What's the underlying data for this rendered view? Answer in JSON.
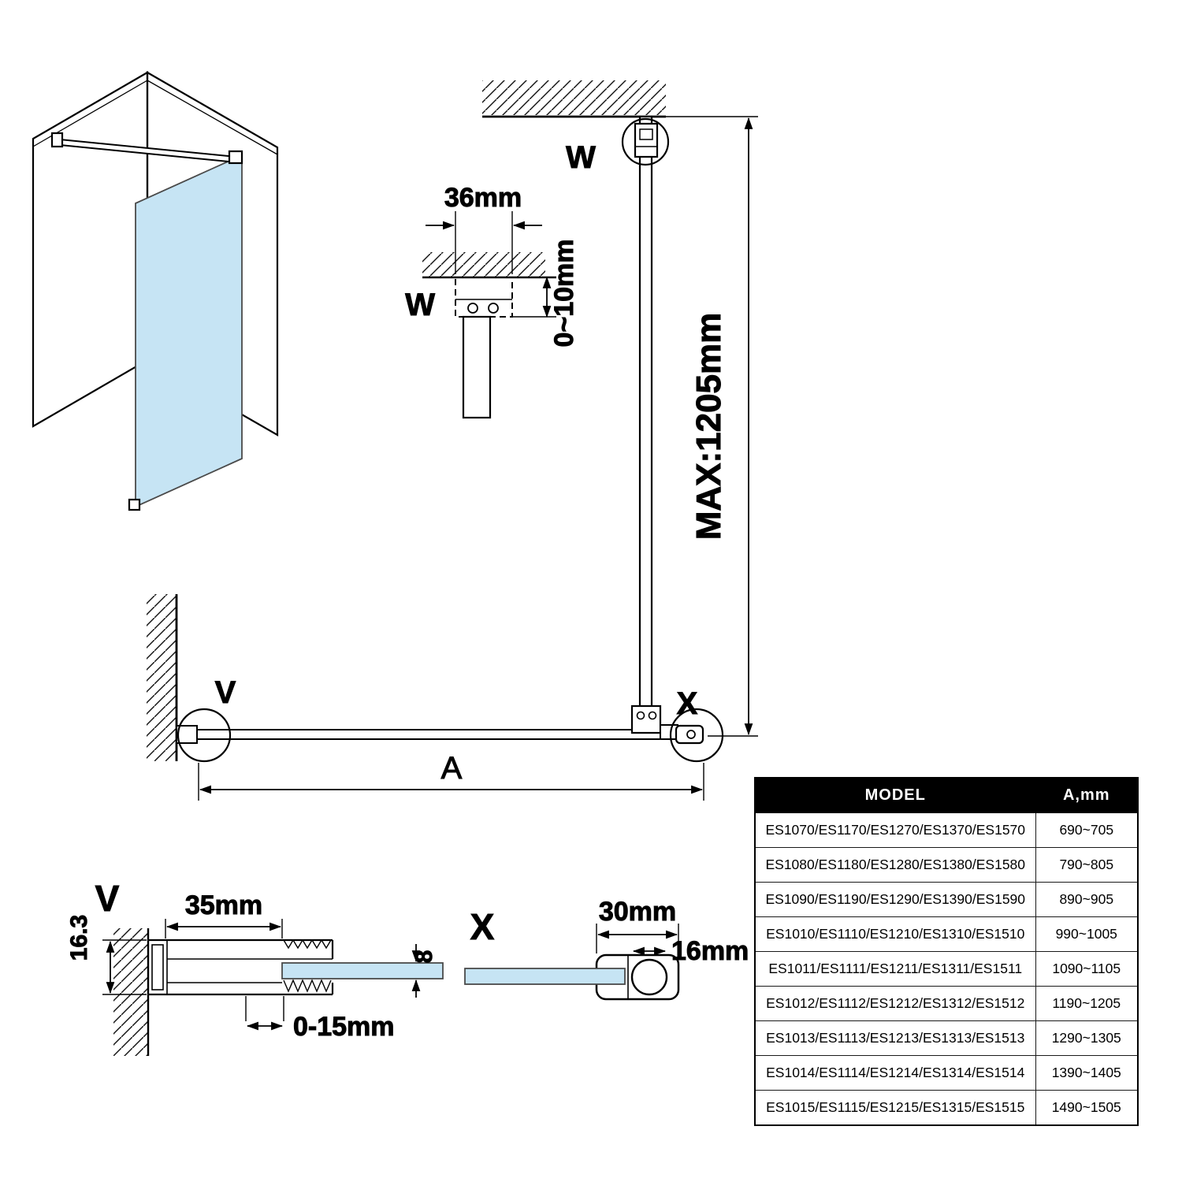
{
  "title": "Walk-in shower glass panel installation diagram",
  "colors": {
    "glass": "#c6e4f4",
    "line": "#000000",
    "table_header_bg": "#000000",
    "table_header_text": "#ffffff"
  },
  "labels": {
    "detail_w": "W",
    "detail_w_callout": "W",
    "detail_v": "V",
    "detail_v_callout": "V",
    "detail_x": "X",
    "detail_x_callout": "X",
    "span": "A"
  },
  "dimensions": {
    "bracket_width": "36mm",
    "ceiling_gap": "0~10mm",
    "max_bar_height": "MAX:1205mm",
    "profile_depth": "16.3",
    "profile_width": "35mm",
    "glass_thickness": "8",
    "adjustment_range": "0-15mm",
    "clamp_width": "30mm",
    "bar_diameter": "16mm"
  },
  "table": {
    "headers": [
      "MODEL",
      "A,mm"
    ],
    "rows": [
      {
        "model": "ES1070/ES1170/ES1270/ES1370/ES1570",
        "a_mm": "690~705"
      },
      {
        "model": "ES1080/ES1180/ES1280/ES1380/ES1580",
        "a_mm": "790~805"
      },
      {
        "model": "ES1090/ES1190/ES1290/ES1390/ES1590",
        "a_mm": "890~905"
      },
      {
        "model": "ES1010/ES1110/ES1210/ES1310/ES1510",
        "a_mm": "990~1005"
      },
      {
        "model": "ES1011/ES1111/ES1211/ES1311/ES1511",
        "a_mm": "1090~1105"
      },
      {
        "model": "ES1012/ES1112/ES1212/ES1312/ES1512",
        "a_mm": "1190~1205"
      },
      {
        "model": "ES1013/ES1113/ES1213/ES1313/ES1513",
        "a_mm": "1290~1305"
      },
      {
        "model": "ES1014/ES1114/ES1214/ES1314/ES1514",
        "a_mm": "1390~1405"
      },
      {
        "model": "ES1015/ES1115/ES1215/ES1315/ES1515",
        "a_mm": "1490~1505"
      }
    ]
  }
}
